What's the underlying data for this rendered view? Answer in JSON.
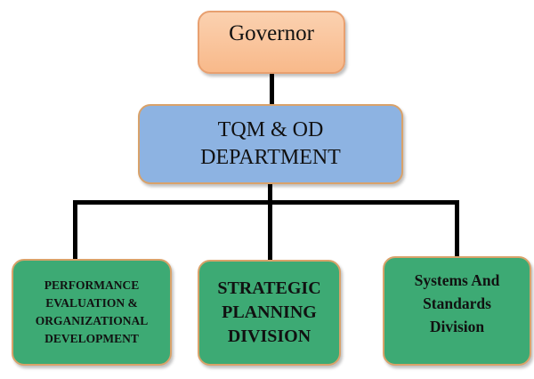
{
  "governor": {
    "label": "Governor",
    "color": "#f8b98a"
  },
  "department": {
    "label": "TQM & OD\nDEPARTMENT",
    "color": "#8db3e2"
  },
  "divisions": [
    {
      "label": "PERFORMANCE\nEVALUATION &\nORGANIZATIONAL\nDEVELOPMENT",
      "color": "#3daa74"
    },
    {
      "label": "STRATEGIC\nPLANNING\nDIVISION",
      "color": "#3daa74"
    },
    {
      "label": "Systems And\nStandards\nDivision",
      "color": "#3daa74"
    }
  ]
}
